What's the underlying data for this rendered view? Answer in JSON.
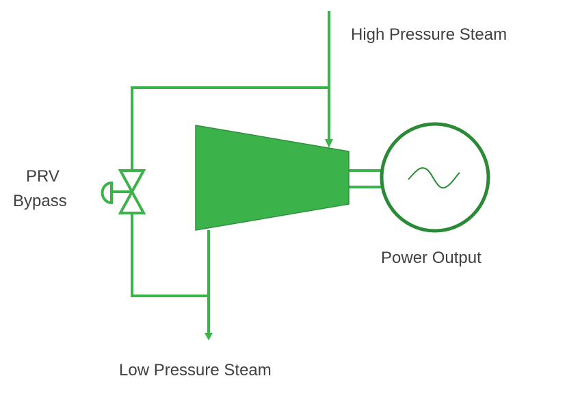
{
  "labels": {
    "high_pressure": "High Pressure Steam",
    "low_pressure": "Low Pressure Steam",
    "prv_line1": "PRV",
    "prv_line2": "Bypass",
    "power_output": "Power Output"
  },
  "colors": {
    "pipe": "#3bb34a",
    "turbine_fill": "#3bb34a",
    "turbine_stroke": "#2e8f3b",
    "generator": "#2a8a35",
    "text": "#404040"
  }
}
